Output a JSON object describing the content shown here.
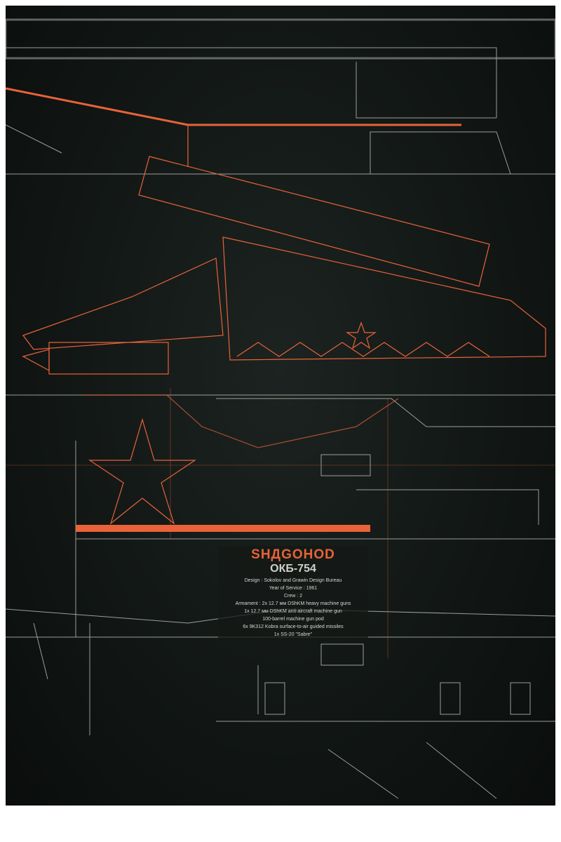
{
  "poster": {
    "title": "SHДGOHOD",
    "subtitle": "ОКБ-754",
    "details": [
      "Design :  Sokolov and Grawin Design Bureau",
      "Year of Service : 1961",
      "Crew : 2",
      "Armament : 2x 12.7 мм DShKM heavy machine guns",
      "1x 12.7 мм DShKM anti-aircraft machine gun",
      "100-barrel machine gun pod",
      "6x 9K312 Kobra surface-to-air guided missiles",
      "1x SS-20 \"Sabre\""
    ]
  },
  "colors": {
    "accent": "#e8633a",
    "background": "#141a18",
    "linework": "#c9ccc4"
  }
}
